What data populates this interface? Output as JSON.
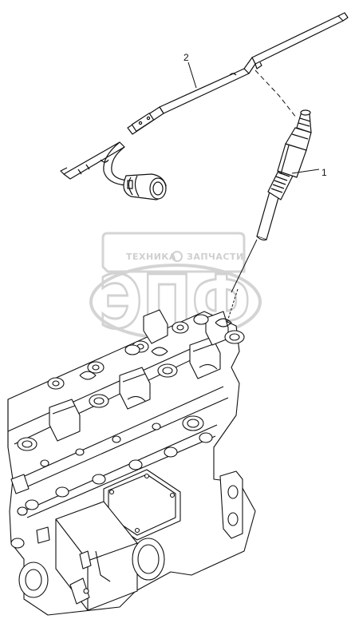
{
  "diagram": {
    "callouts": [
      {
        "id": "callout-1",
        "label": "1"
      },
      {
        "id": "callout-2",
        "label": "2"
      }
    ],
    "watermark": {
      "brand_left": "ТЕХНИКА",
      "brand_right": "ЗАПЧАСТИ",
      "logo_letters": "ЭПФ",
      "color": "#cccccc"
    },
    "line_color": "#111111"
  }
}
